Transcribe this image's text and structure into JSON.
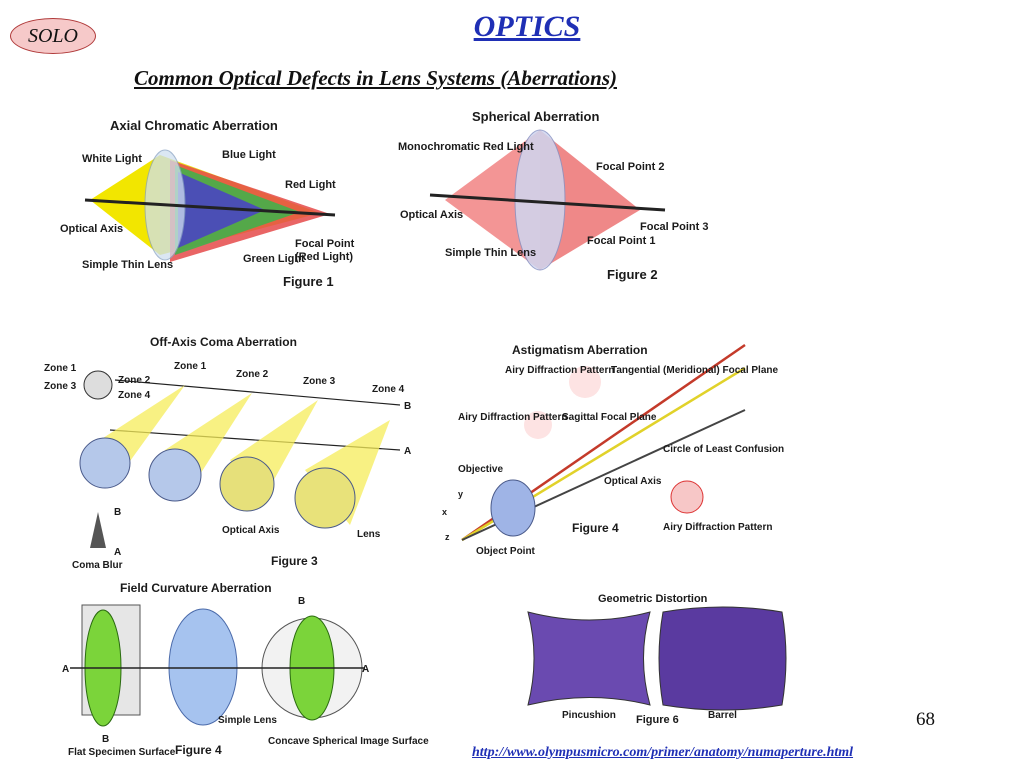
{
  "header": {
    "logo": "SOLO",
    "title": "OPTICS",
    "subtitle": "Common Optical Defects in Lens Systems (Aberrations)"
  },
  "figures": {
    "fig1": {
      "title": "Axial Chromatic Aberration",
      "white_light": "White Light",
      "blue_light": "Blue Light",
      "red_light": "Red Light",
      "optical_axis": "Optical Axis",
      "simple_thin_lens": "Simple Thin Lens",
      "green_light": "Green Light",
      "focal_point": "Focal Point",
      "focal_point_sub": "(Red Light)",
      "caption": "Figure 1"
    },
    "fig2": {
      "title": "Spherical Aberration",
      "mono": "Monochromatic Red Light",
      "fp2": "Focal Point 2",
      "optical_axis": "Optical Axis",
      "fp3": "Focal Point 3",
      "simple_thin_lens": "Simple Thin Lens",
      "fp1": "Focal Point 1",
      "caption": "Figure 2"
    },
    "fig3": {
      "title": "Off-Axis Coma Aberration",
      "zone1": "Zone 1",
      "zone2": "Zone 2",
      "zone3": "Zone 3",
      "zone4": "Zone 4",
      "b": "B",
      "a": "A",
      "coma_blur": "Coma Blur",
      "optical_axis": "Optical Axis",
      "lens": "Lens",
      "caption": "Figure 3"
    },
    "fig4": {
      "title": "Astigmatism Aberration",
      "airy1": "Airy Diffraction Pattern",
      "tangential": "Tangential (Meridional) Focal Plane",
      "airy2": "Airy Diffraction Pattern",
      "sagittal": "Sagittal Focal Plane",
      "circle": "Circle of Least Confusion",
      "objective": "Objective",
      "optical_axis": "Optical Axis",
      "caption": "Figure 4",
      "airy3": "Airy Diffraction Pattern",
      "object_point": "Object Point",
      "x": "x",
      "y": "y",
      "z": "z"
    },
    "fig5": {
      "title": "Field Curvature Aberration",
      "a": "A",
      "b": "B",
      "flat": "Flat Specimen Surface",
      "simple_lens": "Simple Lens",
      "caption": "Figure 4",
      "concave": "Concave Spherical Image Surface"
    },
    "fig6": {
      "title": "Geometric Distortion",
      "pincushion": "Pincushion",
      "caption": "Figure 6",
      "barrel": "Barrel"
    }
  },
  "footer": {
    "page_number": "68",
    "url": "http://www.olympusmicro.com/primer/anatomy/numaperture.html"
  }
}
